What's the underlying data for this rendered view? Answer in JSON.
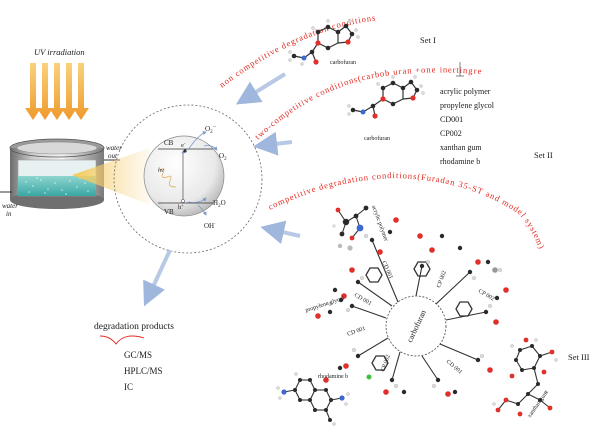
{
  "left_panel": {
    "uv_label": "UV irradiation",
    "water_out": "water\nout",
    "water_in": "water\nin"
  },
  "particle": {
    "cb": "CB",
    "vb": "VB",
    "electron": "e",
    "hole": "h",
    "hv": "hν",
    "o2_radical": "O2·",
    "o2": "O2",
    "h2o": "H2O",
    "oh": "OH·"
  },
  "conditions": {
    "non_competitive": "non competitive degradation conditions",
    "two_competitive": "two-competitive conditions(carbob uran +one inertingredient)",
    "competitive": "competitive degradation conditions(Furadan 35-ST and model system)"
  },
  "sets": {
    "set1": "Set I",
    "set2": "Set II",
    "set3": "Set III"
  },
  "set1": {
    "molecule": "carbofuran"
  },
  "set2": {
    "molecule": "carbofuran",
    "ingredients": [
      "acrylic polymer",
      "propylene glycol",
      "CD001",
      "CP002",
      "xanthan gum",
      "rhodamine b"
    ]
  },
  "set3": {
    "center": "carbofuran",
    "labels": {
      "acrylic": "acrylic polymer",
      "propylene": "propylene glycol",
      "rhodamine": "rhodamine b",
      "xanthan": "xanthan gum",
      "cp002_a": "CP 002",
      "cp002_b": "CP 002",
      "cp002_c": "CP 002",
      "cd001_a": "CD 001",
      "cd001_b": "CD 001",
      "cd001_c": "CD 001",
      "cd001_d": "CD 001"
    }
  },
  "products": {
    "title": "degradation products",
    "methods": [
      "GC/MS",
      "HPLC/MS",
      "IC"
    ]
  },
  "colors": {
    "condition_text": "#e32a20",
    "arrow": "#b8c9e6",
    "uv": "#f2b43a",
    "water": "#5bbcb8",
    "oxygen": "#e0302a",
    "carbon": "#2a2a2a",
    "hydrogen": "#dcdcdc"
  }
}
